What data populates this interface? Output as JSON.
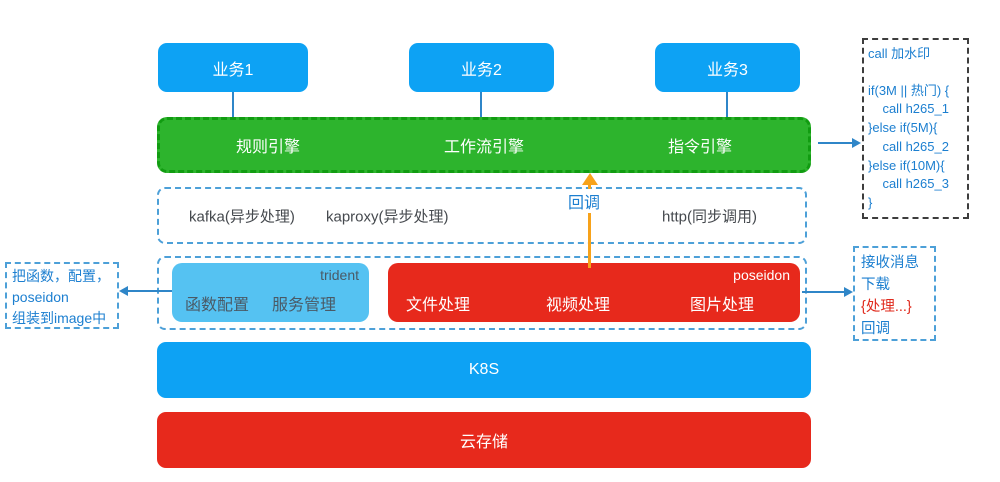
{
  "colors": {
    "blue": "#0da2f4",
    "lightBlue": "#55c2f2",
    "green": "#2db42d",
    "greenDash": "#119c11",
    "red": "#e7291c",
    "dashBlue": "#4da0d8",
    "darkDash": "#3d3d3d",
    "textGray": "#45494e",
    "slate": "#4a5a66",
    "noteBlue": "#1c7fd0",
    "noteRed": "#e02b1e",
    "orange": "#f7a21a",
    "arrowBlue": "#2f86c8"
  },
  "diagram": {
    "business": {
      "items": [
        "业务1",
        "业务2",
        "业务3"
      ]
    },
    "engine_bar": {
      "items": [
        "规则引擎",
        "工作流引擎",
        "指令引擎"
      ]
    },
    "mq_layer": {
      "items": [
        "kafka(异步处理)",
        "kaproxy(异步处理)",
        "http(同步调用)"
      ]
    },
    "callback_label": "回调",
    "trident": {
      "tag": "trident",
      "items": [
        "函数配置",
        "服务管理"
      ]
    },
    "poseidon": {
      "tag": "poseidon",
      "items": [
        "文件处理",
        "视频处理",
        "图片处理"
      ]
    },
    "k8s_bar": "K8S",
    "storage_bar": "云存储",
    "left_note": {
      "lines": [
        "把函数，配置，",
        "poseidon",
        "组装到image中"
      ]
    },
    "code_note": {
      "lines": [
        "call 加水印",
        "",
        "if(3M || 热门) {",
        "    call h265_1",
        "}else if(5M){",
        "    call h265_2",
        "}else if(10M){",
        "    call h265_3",
        "}"
      ]
    },
    "flow_note": {
      "lines": [
        "接收消息",
        "下载",
        "{处理...}",
        "回调"
      ]
    }
  }
}
